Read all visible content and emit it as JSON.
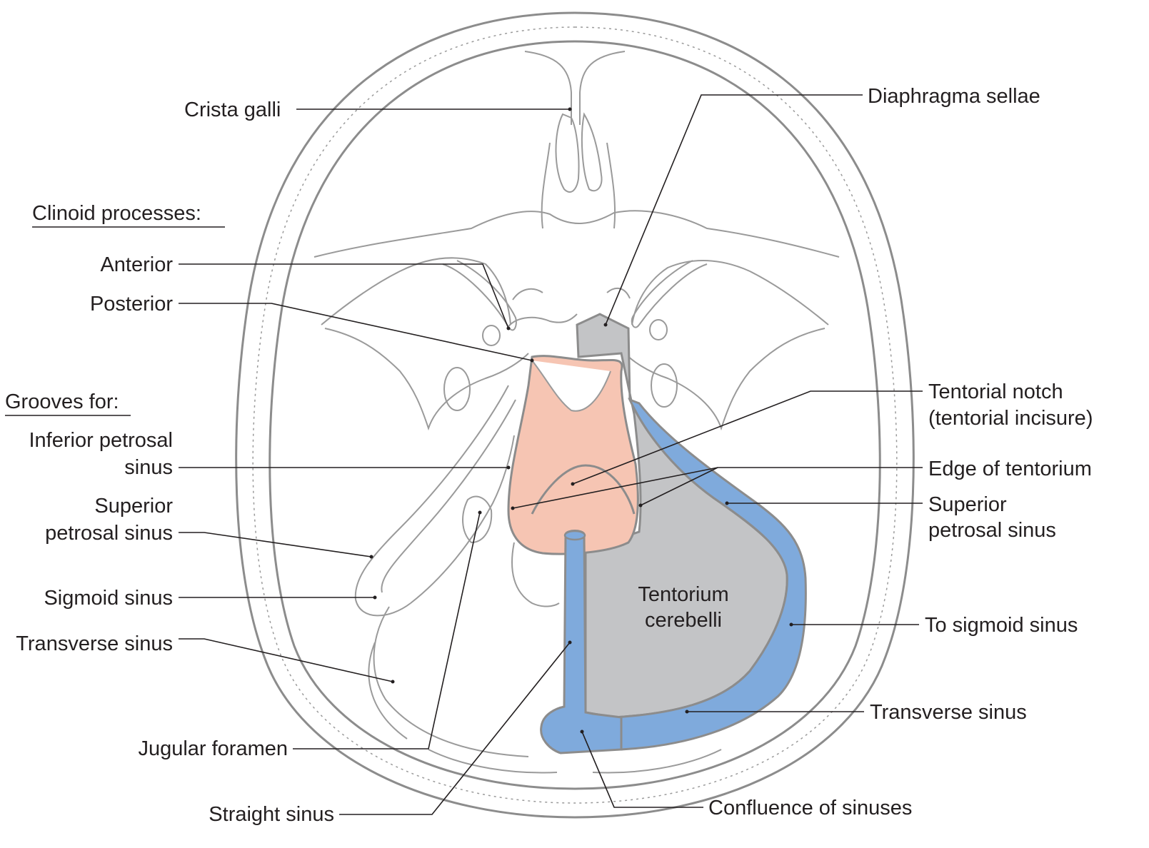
{
  "labels": {
    "crista_galli": "Crista galli",
    "clinoid_processes": "Clinoid processes:",
    "anterior": "Anterior",
    "posterior": "Posterior",
    "grooves_for": "Grooves for:",
    "inferior_petrosal_1": "Inferior petrosal",
    "inferior_petrosal_2": "sinus",
    "superior_petrosal_left_1": "Superior",
    "superior_petrosal_left_2": "petrosal sinus",
    "sigmoid_sinus": "Sigmoid sinus",
    "transverse_sinus_left": "Transverse sinus",
    "jugular_foramen": "Jugular foramen",
    "straight_sinus": "Straight sinus",
    "diaphragma_sellae": "Diaphragma sellae",
    "tentorial_notch_1": "Tentorial notch",
    "tentorial_notch_2": "(tentorial incisure)",
    "edge_of_tentorium": "Edge of tentorium",
    "superior_petrosal_right_1": "Superior",
    "superior_petrosal_right_2": "petrosal sinus",
    "to_sigmoid_sinus": "To sigmoid sinus",
    "transverse_sinus_right": "Transverse sinus",
    "confluence": "Confluence of sinuses",
    "tentorium_1": "Tentorium",
    "tentorium_2": "cerebelli"
  },
  "colors": {
    "sinus_blue": "#7faadc",
    "tentorium_gray": "#c3c4c6",
    "notch_pink": "#f6c5b3",
    "bone_outline": "#8c8c8c",
    "text": "#231f20"
  }
}
